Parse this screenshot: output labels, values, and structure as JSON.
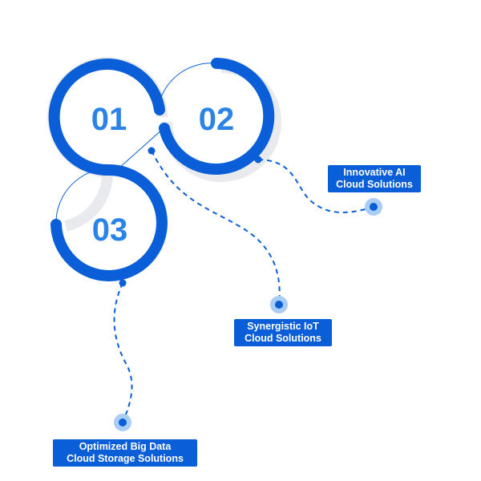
{
  "colors": {
    "primary": "#0a5fd8",
    "number": "#2a83e6",
    "dot_halo": "#a9cdf5",
    "shadow": "#e8eaee"
  },
  "steps": [
    {
      "number": "01"
    },
    {
      "number": "02"
    },
    {
      "number": "03"
    }
  ],
  "labels": {
    "ai": {
      "line1": "Innovative AI",
      "line2": "Cloud Solutions"
    },
    "iot": {
      "line1": "Synergistic IoT",
      "line2": "Cloud Solutions"
    },
    "bigdata": {
      "line1": "Optimized Big Data",
      "line2": "Cloud Storage Solutions"
    }
  }
}
